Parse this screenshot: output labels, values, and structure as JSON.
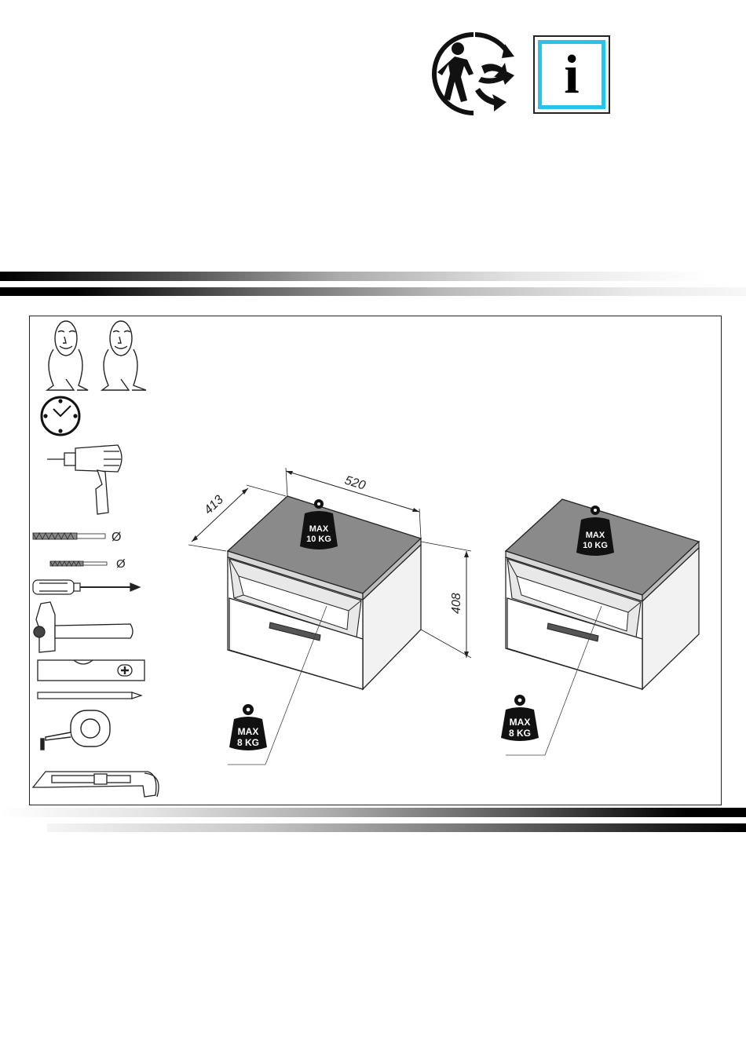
{
  "header_icons": {
    "recycle_icon": "recycle-person-icon",
    "info_icon": "info-icon",
    "info_letter": "i",
    "info_border_color": "#29c2e8"
  },
  "dimensions": {
    "width": "520",
    "depth": "413",
    "height": "408"
  },
  "load_labels": {
    "top_left": {
      "line1": "MAX",
      "line2": "10 KG"
    },
    "top_right": {
      "line1": "MAX",
      "line2": "10 KG"
    },
    "drawer_left": {
      "line1": "MAX",
      "line2": "8 KG"
    },
    "drawer_right": {
      "line1": "MAX",
      "line2": "8 KG"
    }
  },
  "tools": {
    "diameter_symbol_1": "Ø",
    "diameter_symbol_2": "Ø",
    "items": [
      "two-people-icon",
      "clock-icon",
      "drill-icon",
      "drill-bit-icon",
      "drill-bit-small-icon",
      "screwdriver-icon",
      "hammer-icon",
      "spirit-level-icon",
      "pencil-icon",
      "tape-measure-icon",
      "utility-knife-icon"
    ]
  },
  "colors": {
    "top_panel": "#8a8a8a",
    "carcass": "#ffffff",
    "outline": "#222222"
  }
}
